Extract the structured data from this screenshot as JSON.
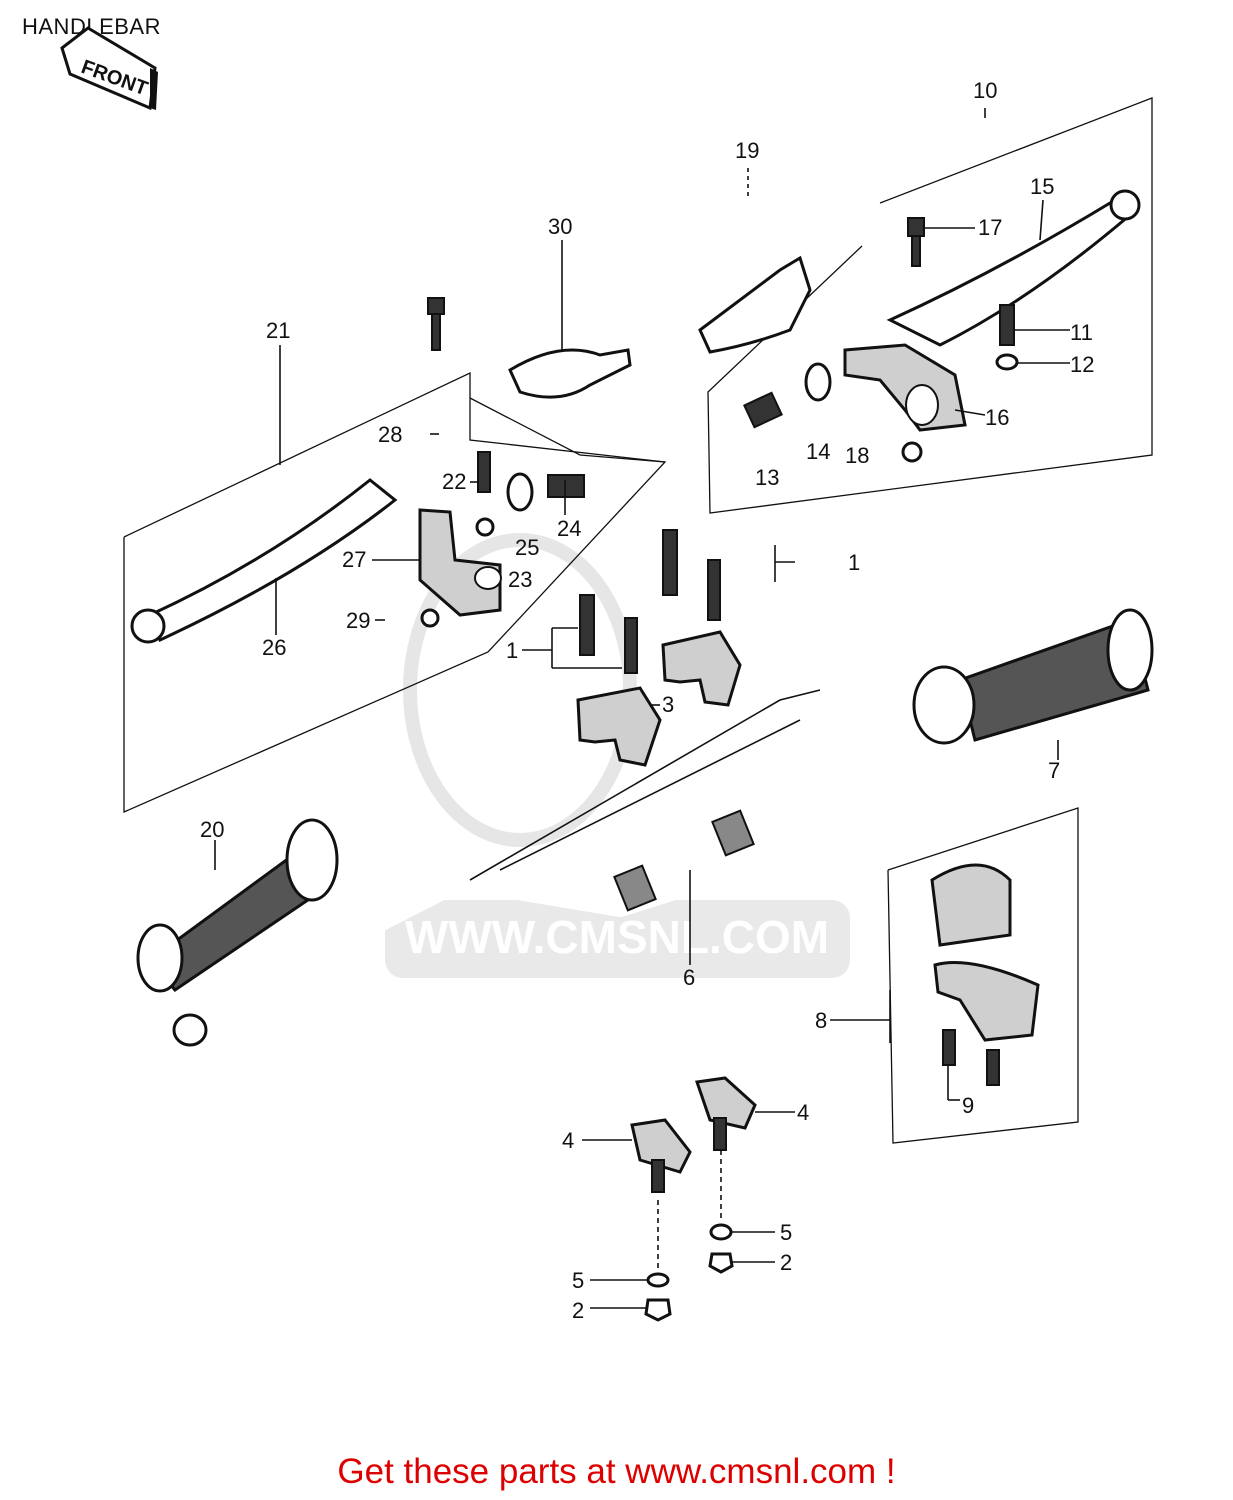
{
  "title": "HANDLEBAR",
  "front_badge": "FRONT",
  "watermark": "WWW.CMSNL.COM",
  "footer": "Get these parts at www.cmsnl.com !",
  "callouts": {
    "c1a": "1",
    "c1b": "1",
    "c2a": "2",
    "c2b": "2",
    "c3": "3",
    "c4a": "4",
    "c4b": "4",
    "c5a": "5",
    "c5b": "5",
    "c6": "6",
    "c7": "7",
    "c8": "8",
    "c9": "9",
    "c10": "10",
    "c11": "11",
    "c12": "12",
    "c13": "13",
    "c14": "14",
    "c15": "15",
    "c16": "16",
    "c17": "17",
    "c18": "18",
    "c19": "19",
    "c20": "20",
    "c21": "21",
    "c22": "22",
    "c23": "23",
    "c24": "24",
    "c25": "25",
    "c26": "26",
    "c27": "27",
    "c28": "28",
    "c29": "29",
    "c30": "30"
  }
}
